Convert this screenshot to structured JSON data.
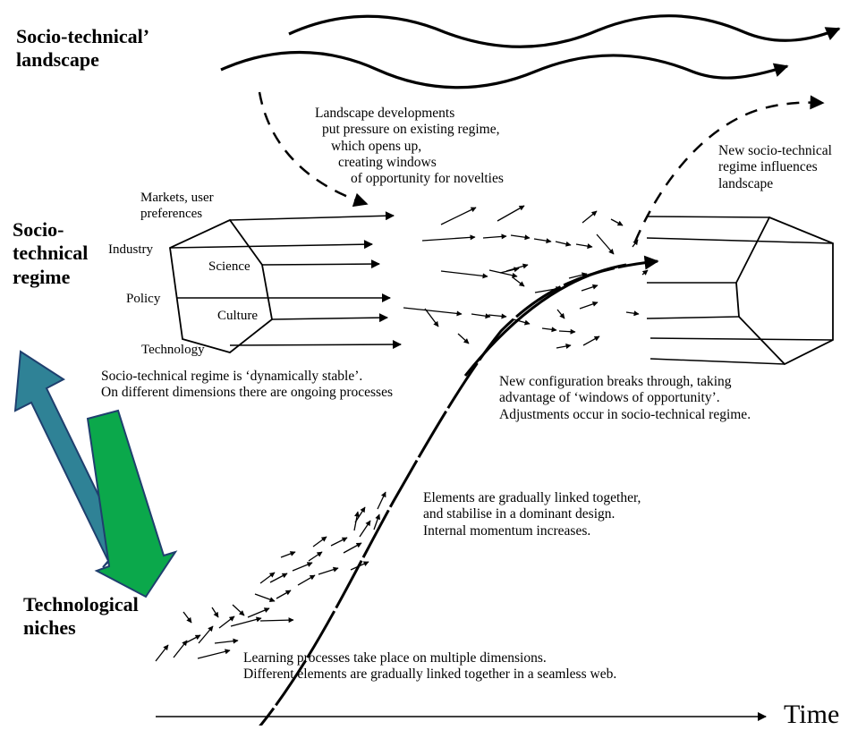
{
  "levels": {
    "landscape": [
      "Socio-technical’",
      "landscape"
    ],
    "regime": [
      "Socio-",
      "technical",
      "regime"
    ],
    "niches": [
      "Technological",
      "niches"
    ]
  },
  "regime_dimensions": {
    "markets": [
      "Markets, user",
      "preferences"
    ],
    "industry": "Industry",
    "science": "Science",
    "policy": "Policy",
    "culture": "Culture",
    "technology": "Technology"
  },
  "annotations": {
    "landscape_developments": [
      "Landscape  developments",
      "put pressure on existing regime,",
      "which opens up,",
      "creating windows",
      "of opportunity for novelties"
    ],
    "new_regime_influences": [
      "New  socio-technical",
      "regime influences",
      "landscape"
    ],
    "regime_stable": [
      "Socio-technical regime  is ‘dynamically stable’.",
      "On different dimensions there are ongoing processes"
    ],
    "breakthrough": [
      "New configuration breaks through, taking",
      "advantage of ‘windows of opportunity’.",
      "Adjustments occur in socio-technical regime."
    ],
    "gradually_linked": [
      "Elements are gradually linked together,",
      "and stabilise in a dominant design.",
      "Internal momentum increases."
    ],
    "learning": [
      "Learning processes take place on multiple dimensions.",
      "Different elements are gradually linked together in a seamless web."
    ]
  },
  "time_label": "Time",
  "colors": {
    "arrow_blue": "#2f8296",
    "arrow_blue_edge": "#1f3f6e",
    "arrow_green": "#0ba84b",
    "arrow_green_edge": "#1f3f6e",
    "ink": "#000000"
  }
}
